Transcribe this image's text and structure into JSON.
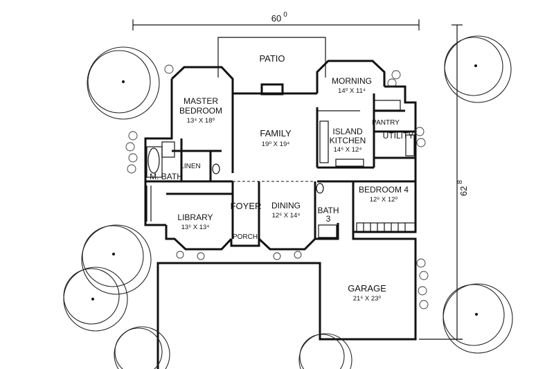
{
  "dimensions": {
    "width_label": "60",
    "width_sup": "0",
    "depth_label": "62",
    "depth_sup": "8"
  },
  "rooms": {
    "patio": {
      "name": "PATIO"
    },
    "morning": {
      "name": "MORNING",
      "size": "14⁰ X 11⁴"
    },
    "master_bedroom": {
      "name_line1": "MASTER",
      "name_line2": "BEDROOM",
      "size": "13⁴ X 18⁰"
    },
    "family": {
      "name": "FAMILY",
      "size": "19⁰ X 19⁴"
    },
    "pantry": {
      "name": "PANTRY"
    },
    "island_kitchen": {
      "name_line1": "ISLAND",
      "name_line2": "KITCHEN",
      "size": "14⁶ X 12⁴"
    },
    "utility": {
      "name": "UTILITY"
    },
    "linen": {
      "name": "LINEN"
    },
    "m_bath": {
      "name": "M. BATH"
    },
    "bedroom4": {
      "name": "BEDROOM 4",
      "size": "12⁶ X 12⁰"
    },
    "foyer": {
      "name": "FOYER"
    },
    "library": {
      "name": "LIBRARY",
      "size": "13⁶ X 13⁴"
    },
    "dining": {
      "name": "DINING",
      "size": "12⁶ X 14⁴"
    },
    "bath3": {
      "name_line1": "BATH",
      "name_line2": "3"
    },
    "porch": {
      "name": "PORCH"
    },
    "garage": {
      "name": "GARAGE",
      "size": "21⁶ X 23⁰"
    }
  }
}
